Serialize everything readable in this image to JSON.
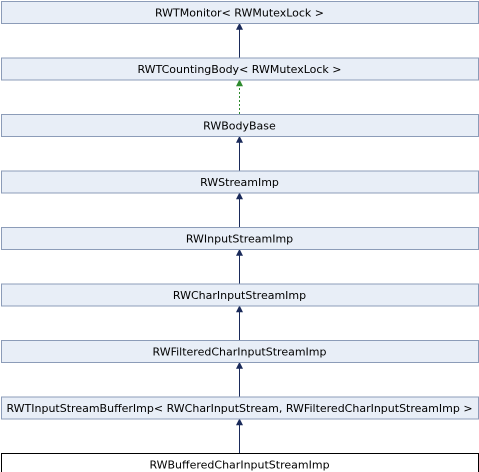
{
  "diagram": {
    "type": "inheritance-graph",
    "nodes": [
      {
        "id": "n0",
        "label": "RWTMonitor< RWMutexLock >"
      },
      {
        "id": "n1",
        "label": "RWTCountingBody< RWMutexLock >"
      },
      {
        "id": "n2",
        "label": "RWBodyBase"
      },
      {
        "id": "n3",
        "label": "RWStreamImp"
      },
      {
        "id": "n4",
        "label": "RWInputStreamImp"
      },
      {
        "id": "n5",
        "label": "RWCharInputStreamImp"
      },
      {
        "id": "n6",
        "label": "RWFilteredCharInputStreamImp"
      },
      {
        "id": "n7",
        "label": "RWTInputStreamBufferImp< RWCharInputStream, RWFilteredCharInputStreamImp >"
      },
      {
        "id": "n8",
        "label": "RWBufferedCharInputStreamImp",
        "highlighted": true
      }
    ],
    "edges": [
      {
        "from": "n1",
        "to": "n0",
        "style": "solid"
      },
      {
        "from": "n2",
        "to": "n1",
        "style": "dashed"
      },
      {
        "from": "n3",
        "to": "n2",
        "style": "solid"
      },
      {
        "from": "n4",
        "to": "n3",
        "style": "solid"
      },
      {
        "from": "n5",
        "to": "n4",
        "style": "solid"
      },
      {
        "from": "n6",
        "to": "n5",
        "style": "solid"
      },
      {
        "from": "n7",
        "to": "n6",
        "style": "solid"
      },
      {
        "from": "n8",
        "to": "n7",
        "style": "solid"
      }
    ],
    "colors": {
      "node_fill": "#e8eef7",
      "node_border": "#8c9cb8",
      "highlight_fill": "#ffffff",
      "highlight_border": "#000000",
      "solid_edge": "#1a2a5a",
      "dashed_edge": "#2e8b2e"
    }
  }
}
